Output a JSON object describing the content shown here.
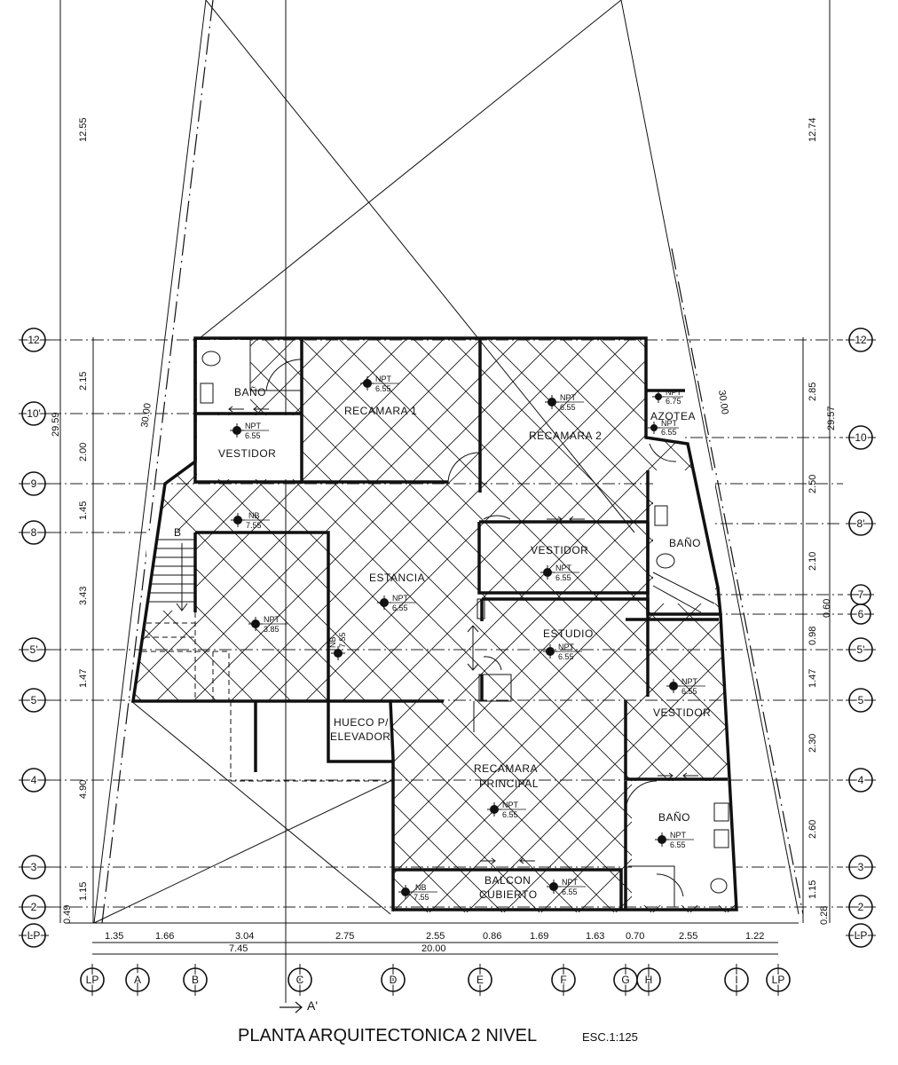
{
  "title": "PLANTA ARQUITECTONICA 2 NIVEL",
  "scale": "ESC.1:125",
  "section_label": "A'",
  "rooms": {
    "bano_1": "BAÑO",
    "vestidor_1": "VESTIDOR",
    "recamara_1": "RECAMARA 1",
    "recamara_2": "RECAMARA 2",
    "azotea": "AZOTEA",
    "bano_2": "BAÑO",
    "vestidor_2": "VESTIDOR",
    "estancia": "ESTANCIA",
    "estudio": "ESTUDIO",
    "vestidor_3": "VESTIDOR",
    "hueco_1": "HUECO P/",
    "hueco_2": "ELEVADOR",
    "principal_1": "RECAMARA",
    "principal_2": "PRINCIPAL",
    "bano_3": "BAÑO",
    "balcon_1": "BALCON",
    "balcon_2": "CUBIERTO",
    "stair_mark": "B"
  },
  "levels": [
    {
      "label": "NPT",
      "value": "6.55"
    },
    {
      "label": "NPT",
      "value": "6.55"
    },
    {
      "label": "NPT",
      "value": "6.55"
    },
    {
      "label": "NPT",
      "value": "6.75"
    },
    {
      "label": "NPT",
      "value": "6.55"
    },
    {
      "label": "NB",
      "value": "7.55"
    },
    {
      "label": "NPT",
      "value": "6.55"
    },
    {
      "label": "NPT",
      "value": "6.55"
    },
    {
      "label": "NPT",
      "value": "3.85"
    },
    {
      "label": "NB",
      "value": "7.55"
    },
    {
      "label": "NPT",
      "value": "6.55"
    },
    {
      "label": "NPT",
      "value": "6.55"
    },
    {
      "label": "NPT",
      "value": "6.55"
    },
    {
      "label": "NPT",
      "value": "6.55"
    },
    {
      "label": "NB",
      "value": "7.55"
    },
    {
      "label": "NPT",
      "value": "6.55"
    }
  ],
  "axes_left": [
    "12",
    "10'",
    "9",
    "8",
    "5'",
    "5",
    "4",
    "3",
    "2",
    "LP"
  ],
  "axes_right": [
    "12",
    "10",
    "8'",
    "7",
    "6",
    "5'",
    "5",
    "4",
    "3",
    "2",
    "LP"
  ],
  "axes_bottom": [
    "LP",
    "A",
    "B",
    "C",
    "D",
    "E",
    "F",
    "G",
    "H",
    "I",
    "LP"
  ],
  "dims_left": [
    "12.55",
    "2.15",
    "2.00",
    "1.45",
    "3.43",
    "1.47",
    "4.90",
    "1.15",
    "0.49",
    "29.59",
    "30.00"
  ],
  "dims_right": [
    "12.74",
    "2.85",
    "2.50",
    "2.10",
    "0.60",
    "0.98",
    "1.47",
    "2.30",
    "2.60",
    "1.15",
    "0.28",
    "29.57",
    "30.00"
  ],
  "dims_bottom": [
    "1.35",
    "1.66",
    "3.04",
    "2.75",
    "2.55",
    "0.86",
    "1.69",
    "1.63",
    "0.70",
    "2.55",
    "1.22"
  ],
  "dims_bottom_totals": [
    "7.45",
    "20.00"
  ]
}
